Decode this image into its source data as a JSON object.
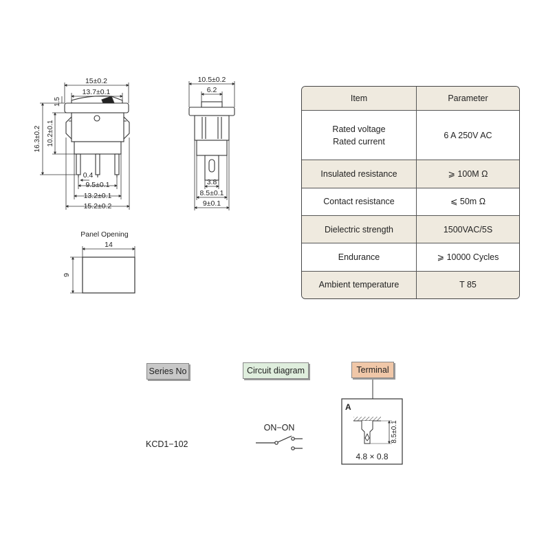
{
  "drawing": {
    "front_view": {
      "dim_width_outer": "15±0.2",
      "dim_width_inner": "13.7±0.1",
      "dim_rocker": "1.5",
      "dim_height_total": "16.3±0.2",
      "dim_height_body": "10.2±0.1",
      "dim_pin_width": "0.4",
      "dim_pin_pitch": "9.5±0.1",
      "dim_body_base": "13.2±0.1",
      "dim_base_total": "15.2±0.2"
    },
    "side_view": {
      "dim_top_outer": "10.5±0.2",
      "dim_top_inner": "6.2",
      "dim_terminal": "3.8",
      "dim_body": "8.5±0.1",
      "dim_base": "9±0.1"
    },
    "panel_opening": {
      "title": "Panel Opening",
      "width": "14",
      "height": "9"
    }
  },
  "spec_table": {
    "headers": {
      "item": "Item",
      "parameter": "Parameter"
    },
    "rows": [
      {
        "item": "Rated voltage\nRated current",
        "parameter": "6 A 250V AC",
        "shaded": false
      },
      {
        "item": "Insulated resistance",
        "parameter": "⩾ 100M Ω",
        "shaded": true
      },
      {
        "item": "Contact resistance",
        "parameter": "⩽ 50m Ω",
        "shaded": false
      },
      {
        "item": "Dielectric strength",
        "parameter": "1500VAC/5S",
        "shaded": true
      },
      {
        "item": "Endurance",
        "parameter": "⩾ 10000 Cycles",
        "shaded": false
      },
      {
        "item": "Ambient temperature",
        "parameter": "T 85",
        "shaded": true
      }
    ]
  },
  "legend": {
    "series_label": "Series No",
    "circuit_label": "Circuit diagram",
    "terminal_label": "Terminal"
  },
  "model": {
    "series_no": "KCD1−102",
    "circuit": "ON−ON",
    "terminal_type": "A",
    "terminal_height": "8.5±0.1",
    "terminal_size": "4.8 × 0.8"
  },
  "colors": {
    "table_shade": "#efeadf",
    "series_bg": "#c8c8c8",
    "circuit_bg": "#dfeedd",
    "terminal_bg": "#f0c7a8"
  }
}
